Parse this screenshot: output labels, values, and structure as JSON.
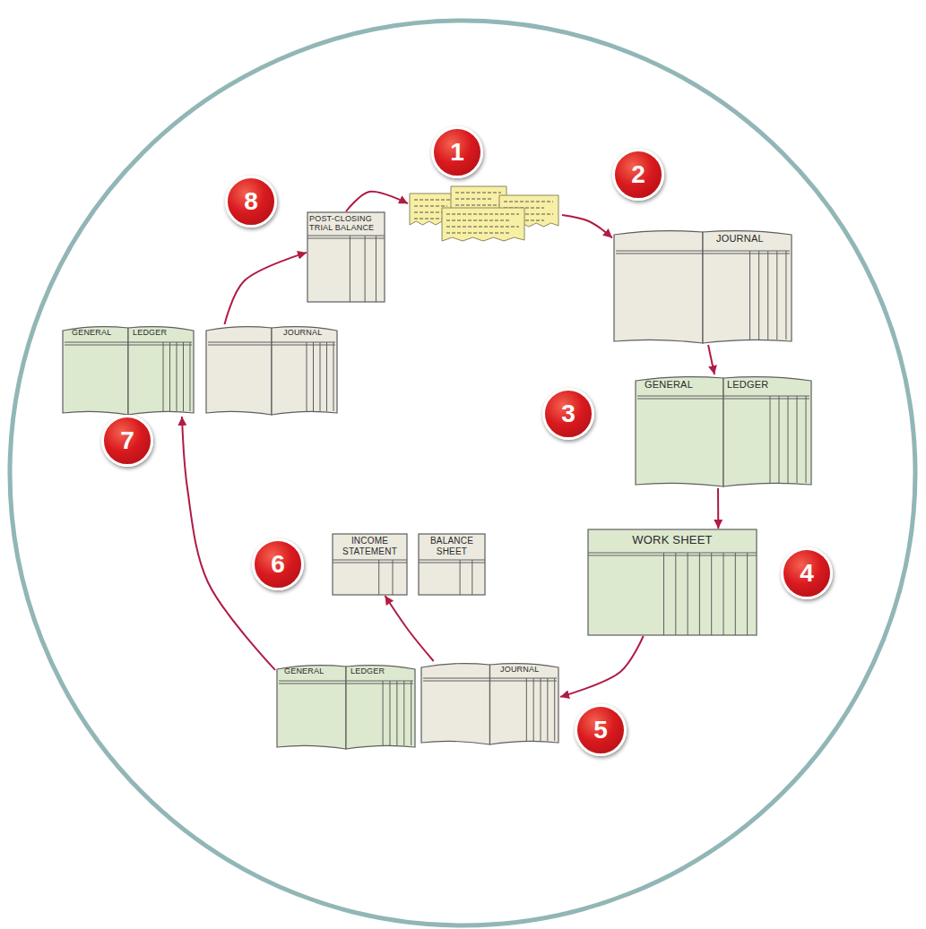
{
  "diagram": {
    "nodes": [
      {
        "text": [
          "1"
        ]
      },
      {
        "text": [
          "2",
          "JOURNAL"
        ]
      },
      {
        "text": [
          "3",
          "GENERAL",
          "LEDGER"
        ]
      },
      {
        "text": [
          "4",
          "WORK SHEET"
        ]
      },
      {
        "text": [
          "5",
          "JOURNAL"
        ]
      },
      {
        "text": [
          "GENERAL",
          "LEDGER"
        ]
      },
      {
        "text": [
          "6",
          "INCOME STATEMENT"
        ]
      },
      {
        "text": [
          "BALANCE SHEET"
        ]
      },
      {
        "text": [
          "7",
          "GENERAL",
          "LEDGER"
        ]
      },
      {
        "text": [
          "JOURNAL"
        ]
      },
      {
        "text": [
          "8",
          "POST-CLOSING TRIAL BALANCE"
        ]
      }
    ],
    "edges": [
      {
        "from": 0,
        "to": 1,
        "arrow": "to"
      },
      {
        "from": 1,
        "to": 2,
        "arrow": "to"
      },
      {
        "from": 2,
        "to": 3,
        "arrow": "to"
      },
      {
        "from": 3,
        "to": 4,
        "arrow": "to"
      },
      {
        "from": 4,
        "to": 6,
        "arrow": "to"
      },
      {
        "from": 5,
        "to": 8,
        "arrow": "to"
      },
      {
        "from": 9,
        "to": 10,
        "arrow": "to"
      },
      {
        "from": 10,
        "to": 0,
        "arrow": "to"
      }
    ]
  }
}
